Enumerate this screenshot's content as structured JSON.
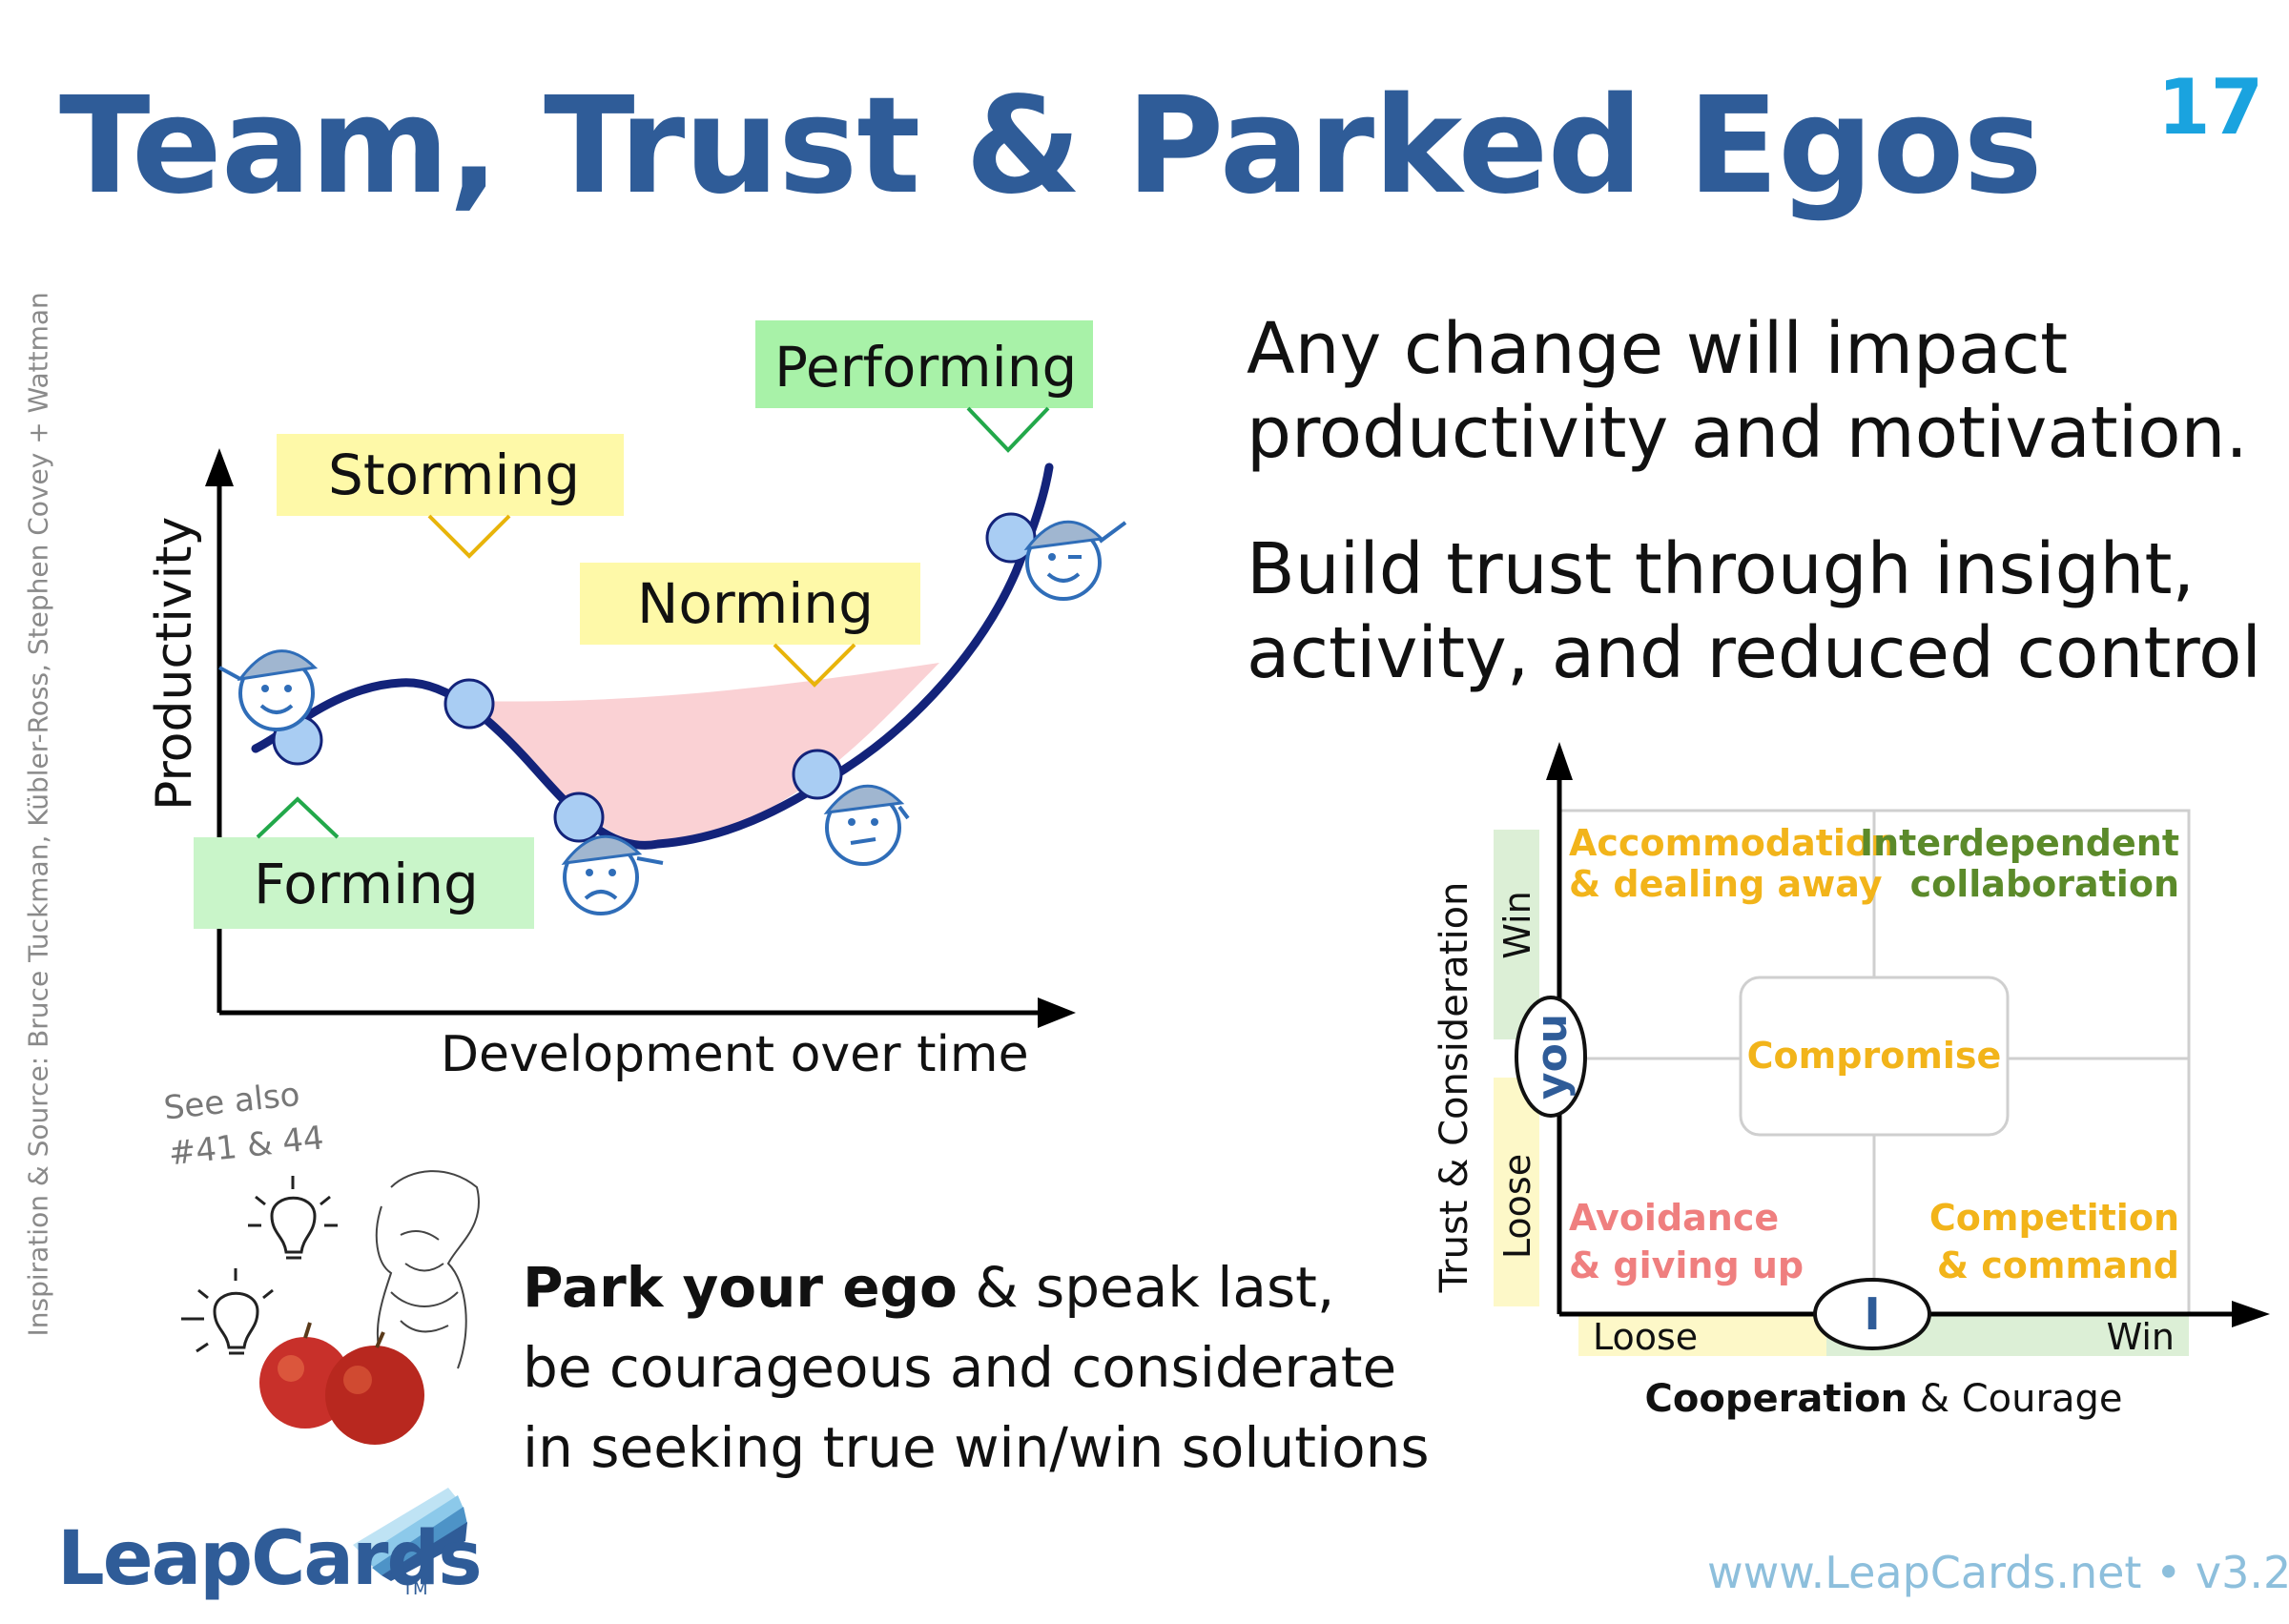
{
  "header": {
    "title": "Team, Trust & Parked Egos",
    "page_number": "17"
  },
  "credits": "Inspiration & Source: Bruce Tuckman, Kübler-Ross, Stephen Covey + Wattman",
  "tuckman": {
    "stages": [
      "Forming",
      "Storming",
      "Norming",
      "Performing"
    ],
    "y_axis": "Productivity",
    "x_axis": "Development over time"
  },
  "see_also": {
    "line1": "See also",
    "line2": "#41 & 44"
  },
  "messages": {
    "change_line1": "Any change will impact",
    "change_line2": "productivity and motivation.",
    "trust_line1": "Build trust through insight,",
    "trust_line2": "activity, and reduced control"
  },
  "park": {
    "bold": "Park your ego",
    "rest1": " & speak last,",
    "line2": "be courageous and considerate",
    "line3": "in seeking true win/win solutions"
  },
  "matrix": {
    "y_axis": "Trust & Consideration",
    "x_axis_bold": "Cooperation",
    "x_axis_rest": " & Courage",
    "y_win": "Win",
    "y_loose": "Loose",
    "x_loose": "Loose",
    "x_win": "Win",
    "you": "you",
    "i": "I",
    "quadrants": {
      "top_left": [
        "Accommodation",
        "& dealing away"
      ],
      "top_right": [
        "Interdependent",
        "collaboration"
      ],
      "center": "Compromise",
      "bottom_left": [
        "Avoidance",
        "& giving up"
      ],
      "bottom_right": [
        "Competition",
        "& command"
      ]
    }
  },
  "footer": {
    "url": "www.LeapCards.net • v3.2",
    "brand": "LeapCards",
    "tm": "TM"
  },
  "colors": {
    "title": "#2f5c98",
    "page_number": "#1aa3df",
    "curve": "#13237a",
    "yellow_box": "#fef9a8",
    "green_box": "#c9f5c9",
    "performing_box": "#a8f2a8",
    "accommodation": "#f2b41a",
    "collaboration": "#5b8a2a",
    "avoidance": "#ef7f7f"
  }
}
